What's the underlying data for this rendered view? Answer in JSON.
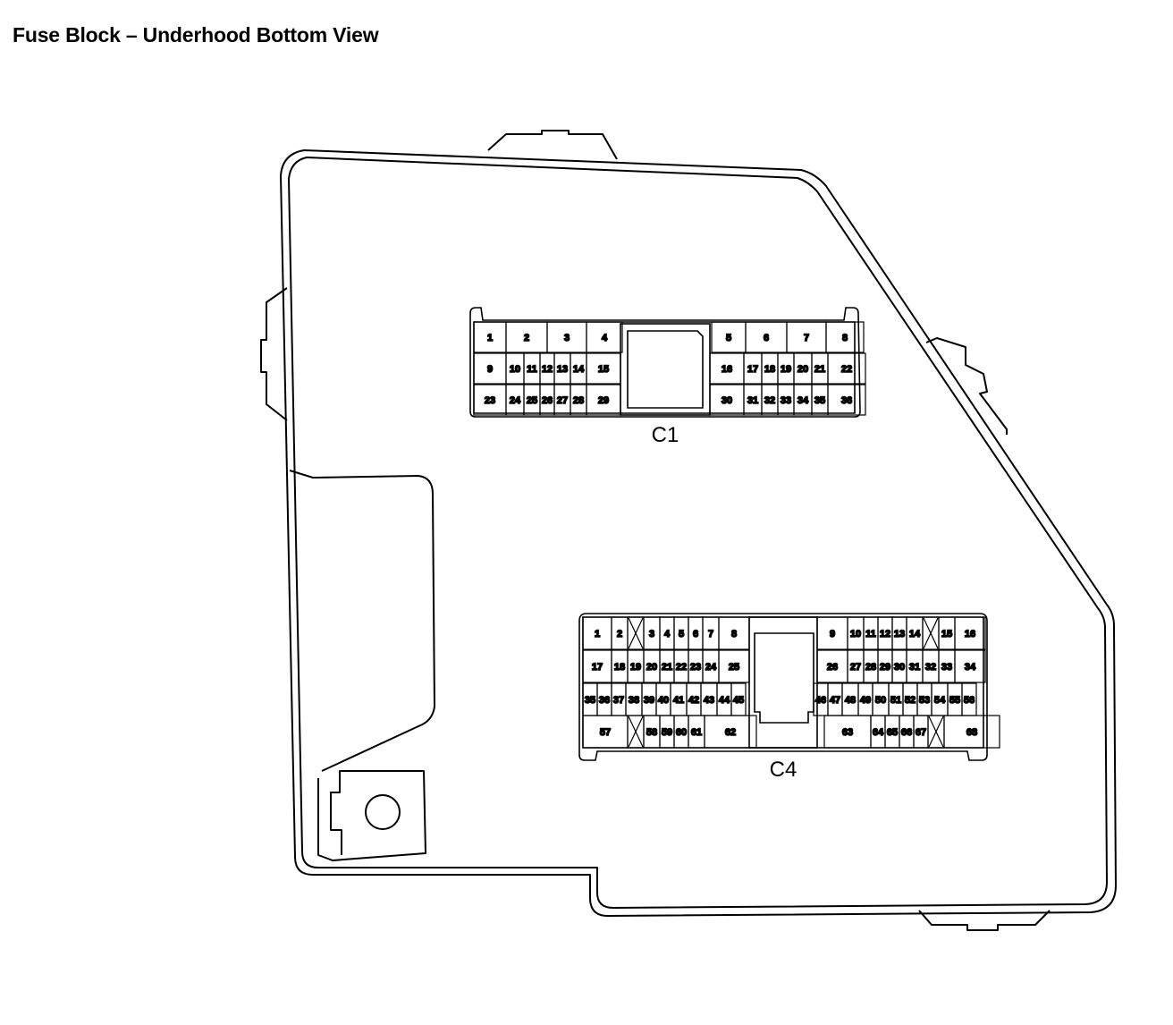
{
  "title": "Fuse Block – Underhood Bottom View",
  "connectors": [
    {
      "id": "C1",
      "label": "C1",
      "rows": [
        [
          "1",
          "2",
          "3",
          "4",
          "5",
          "6",
          "7",
          "8"
        ],
        [
          "9",
          "10",
          "11",
          "12",
          "13",
          "14",
          "15",
          "16",
          "17",
          "18",
          "19",
          "20",
          "21",
          "22"
        ],
        [
          "23",
          "24",
          "25",
          "26",
          "27",
          "28",
          "29",
          "30",
          "31",
          "32",
          "33",
          "34",
          "35",
          "36"
        ]
      ]
    },
    {
      "id": "C4",
      "label": "C4",
      "rows": [
        [
          "1",
          "2",
          "X",
          "3",
          "4",
          "5",
          "6",
          "7",
          "8",
          "9",
          "10",
          "11",
          "12",
          "13",
          "14",
          "X",
          "15",
          "16"
        ],
        [
          "17",
          "18",
          "19",
          "20",
          "21",
          "22",
          "23",
          "24",
          "25",
          "26",
          "27",
          "28",
          "29",
          "30",
          "31",
          "32",
          "33",
          "34"
        ],
        [
          "35",
          "36",
          "37",
          "38",
          "39",
          "40",
          "41",
          "42",
          "43",
          "44",
          "45",
          "46",
          "47",
          "48",
          "49",
          "50",
          "51",
          "52",
          "53",
          "54",
          "55",
          "56"
        ],
        [
          "57",
          "X",
          "58",
          "59",
          "60",
          "61",
          "62",
          "63",
          "64",
          "65",
          "66",
          "67",
          "X",
          "68"
        ]
      ]
    }
  ]
}
